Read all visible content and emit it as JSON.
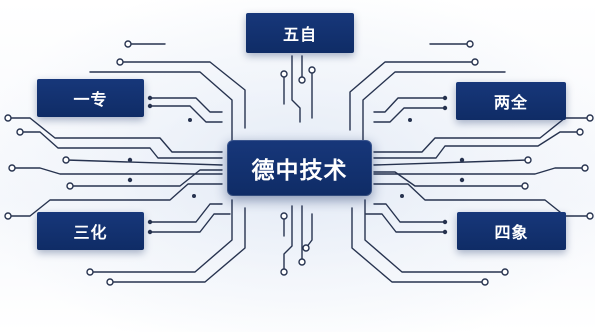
{
  "diagram": {
    "center_label": "德中技术",
    "top_label": "五自",
    "left_top_label": "一专",
    "right_top_label": "两全",
    "left_bottom_label": "三化",
    "right_bottom_label": "四象"
  },
  "colors": {
    "node_fill": "#13327a",
    "node_text": "#ffffff",
    "trace": "#27334f",
    "background_glow": "#dbe4f2"
  }
}
